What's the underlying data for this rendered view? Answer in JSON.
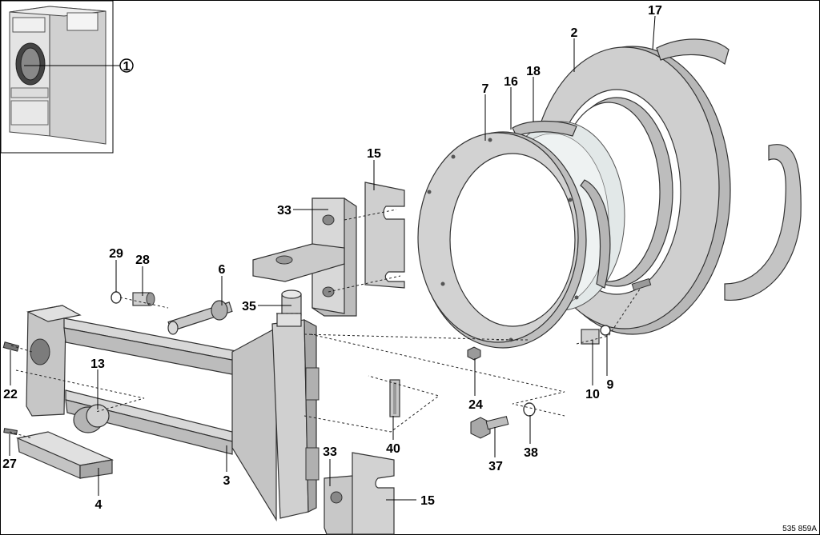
{
  "figure_ref": "535 859A",
  "inset_callout": "1",
  "callouts": {
    "c17": "17",
    "c2": "2",
    "c18": "18",
    "c16": "16",
    "c7": "7",
    "c15a": "15",
    "c33a": "33",
    "c29": "29",
    "c28": "28",
    "c6": "6",
    "c35": "35",
    "c13": "13",
    "c22": "22",
    "c27": "27",
    "c4": "4",
    "c3": "3",
    "c40": "40",
    "c24": "24",
    "c10": "10",
    "c9": "9",
    "c37": "37",
    "c38": "38",
    "c33b": "33",
    "c15b": "15"
  },
  "colors": {
    "part_fill": "#c8c8c8",
    "part_shadow": "#a0a0a0",
    "part_light": "#e2e2e2",
    "glass": "#dfe6e6"
  }
}
